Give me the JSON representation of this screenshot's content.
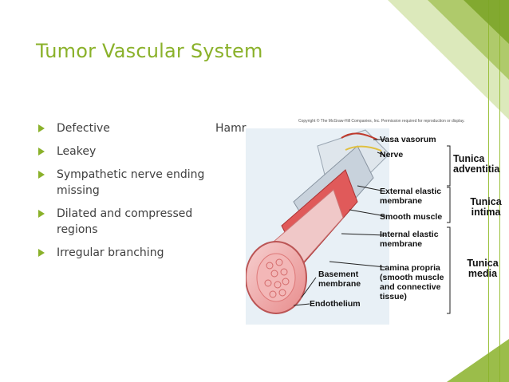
{
  "slide": {
    "title": "Tumor Vascular System",
    "bullets": [
      "Defective",
      "Leakey",
      "Sympathetic nerve ending missing",
      "Dilated and compressed regions",
      "Irregular branching"
    ],
    "side_text": "Hamr"
  },
  "figure": {
    "copyright": "Copyright © The McGraw-Hill Companies, Inc. Permission required for reproduction or display.",
    "labels": {
      "vasa_vasorum": "Vasa vasorum",
      "nerve": "Nerve",
      "external_elastic_membrane": "External elastic membrane",
      "smooth_muscle": "Smooth muscle",
      "internal_elastic_membrane": "Internal elastic membrane",
      "lamina_propria": "Lamina propria (smooth muscle and connective tissue)",
      "basement_membrane": "Basement membrane",
      "endothelium": "Endothelium",
      "tunica_adventitia": "Tunica adventitia",
      "tunica_intima": "Tunica intima",
      "tunica_media": "Tunica media"
    }
  },
  "colors": {
    "accent": "#8ab12a",
    "text": "#404040"
  }
}
